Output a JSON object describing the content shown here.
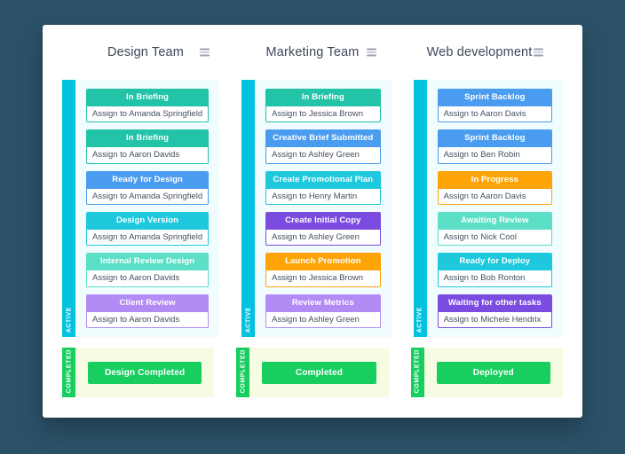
{
  "theme": {
    "page_background": "#2b5168",
    "panel_background": "#ffffff",
    "active_rail_color": "#00c1de",
    "completed_rail_color": "#17ce5f",
    "active_lane_background": "#f0fcfd",
    "completed_lane_background": "#f6fce2",
    "title_text_color": "#3c4858",
    "assignee_text_color": "#44505e"
  },
  "icons": {
    "menu": "hamburger-icon"
  },
  "lanes": {
    "active_label": "ACTIVE",
    "completed_label": "COMPLETED"
  },
  "columns": [
    {
      "title": "Design Team",
      "menu_icon": "hamburger-icon",
      "cards": [
        {
          "title": "In Briefing",
          "assignee": "Assign to Amanda Springfield",
          "color": "#22c3a6"
        },
        {
          "title": "In Briefing",
          "assignee": "Assign to Aaron Davids",
          "color": "#22c3a6"
        },
        {
          "title": "Ready for Design",
          "assignee": "Assign to Amanda Springfield",
          "color": "#4a9cf0"
        },
        {
          "title": "Design Version",
          "assignee": "Assign to Amanda Springfield",
          "color": "#1ec8dd"
        },
        {
          "title": "Internal Review Design",
          "assignee": "Assign to Aaron Davids",
          "color": "#5bdfc6"
        },
        {
          "title": "Client Review",
          "assignee": "Assign to Aaron Davids",
          "color": "#b38bf5"
        }
      ],
      "completed": {
        "label": "Design Completed",
        "color": "#17ce5f"
      }
    },
    {
      "title": "Marketing Team",
      "menu_icon": "hamburger-icon",
      "cards": [
        {
          "title": "In Briefing",
          "assignee": "Assign to Jessica Brown",
          "color": "#22c3a6"
        },
        {
          "title": "Creative Brief Submitted",
          "assignee": "Assign to Ashley Green",
          "color": "#4a9cf0"
        },
        {
          "title": "Create Promotional Plan",
          "assignee": "Assign to Henry Martin",
          "color": "#1ec8dd"
        },
        {
          "title": "Create Initial Copy",
          "assignee": "Assign to Ashley Green",
          "color": "#7c4ce0"
        },
        {
          "title": "Launch Promotion",
          "assignee": "Assign to Jessica Brown",
          "color": "#ffa407"
        },
        {
          "title": "Review Metrics",
          "assignee": "Assign to Ashley Green",
          "color": "#b38bf5"
        }
      ],
      "completed": {
        "label": "Completed",
        "color": "#17ce5f"
      }
    },
    {
      "title": "Web development",
      "menu_icon": "hamburger-icon",
      "cards": [
        {
          "title": "Sprint Backlog",
          "assignee": "Assign to Aaron Davis",
          "color": "#4a9cf0"
        },
        {
          "title": "Sprint Backlog",
          "assignee": "Assign to Ben Robin",
          "color": "#4a9cf0"
        },
        {
          "title": "In Progress",
          "assignee": "Assign to Aaron Davis",
          "color": "#ffa407"
        },
        {
          "title": "Awaiting Review",
          "assignee": "Assign to Nick Cool",
          "color": "#5bdfc6"
        },
        {
          "title": "Ready for Deploy",
          "assignee": "Assign to Bob Ronton",
          "color": "#1ec8dd"
        },
        {
          "title": "Waiting for other tasks",
          "assignee": "Assign to Michele Hendrix",
          "color": "#7c4ce0"
        }
      ],
      "completed": {
        "label": "Deployed",
        "color": "#17ce5f"
      }
    }
  ]
}
